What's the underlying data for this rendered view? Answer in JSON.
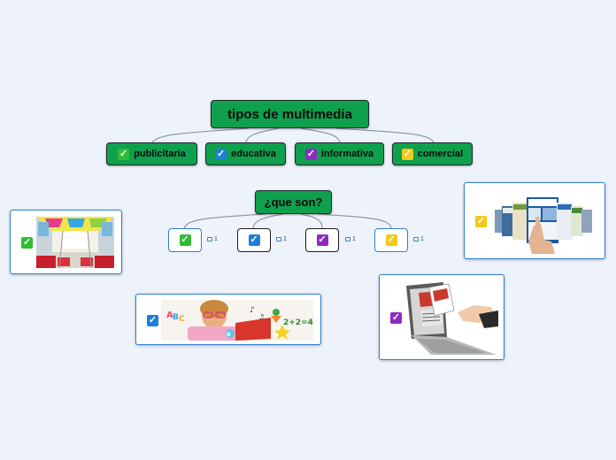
{
  "root": {
    "label": "tipos de multimedia"
  },
  "categories": [
    {
      "label": "publicitaria",
      "color": "#2ebd33"
    },
    {
      "label": "educativa",
      "color": "#1f7fd6"
    },
    {
      "label": "informativa",
      "color": "#8e2bc4"
    },
    {
      "label": "comercial",
      "color": "#f2c81b"
    }
  ],
  "sub": {
    "label": "¿que son?"
  },
  "children": [
    {
      "color": "#2ebd33",
      "comments": "1"
    },
    {
      "color": "#1f7fd6",
      "comments": "1"
    },
    {
      "color": "#8e2bc4",
      "comments": "1"
    },
    {
      "color": "#f2c81b",
      "comments": "1"
    }
  ],
  "cards": [
    {
      "color": "#2ebd33",
      "image": "bus-interior-ads"
    },
    {
      "color": "#1f7fd6",
      "image": "child-learning-laptop"
    },
    {
      "color": "#8e2bc4",
      "image": "laptop-news-hand"
    },
    {
      "color": "#f2c81b",
      "image": "web-pages-touch"
    }
  ],
  "icons": {
    "check": "✓"
  }
}
